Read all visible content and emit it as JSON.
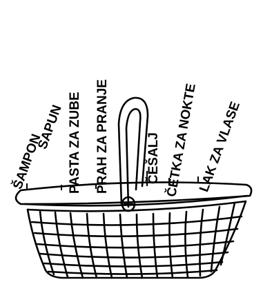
{
  "labels": {
    "sampon": "ŠAMPON",
    "sapun": "SAPUN",
    "pasta": "PASTA ZA ZUBE",
    "prah": "PRAH ZA PRANJE",
    "cesalj": "ČEŠALJ",
    "cetka": "ČETKA ZA NOKTE",
    "lak": "LAK ZA VLASE"
  },
  "illustration": {
    "subject": "wicker basket with handle",
    "stroke_color": "#000000",
    "fill_color": "#ffffff"
  }
}
